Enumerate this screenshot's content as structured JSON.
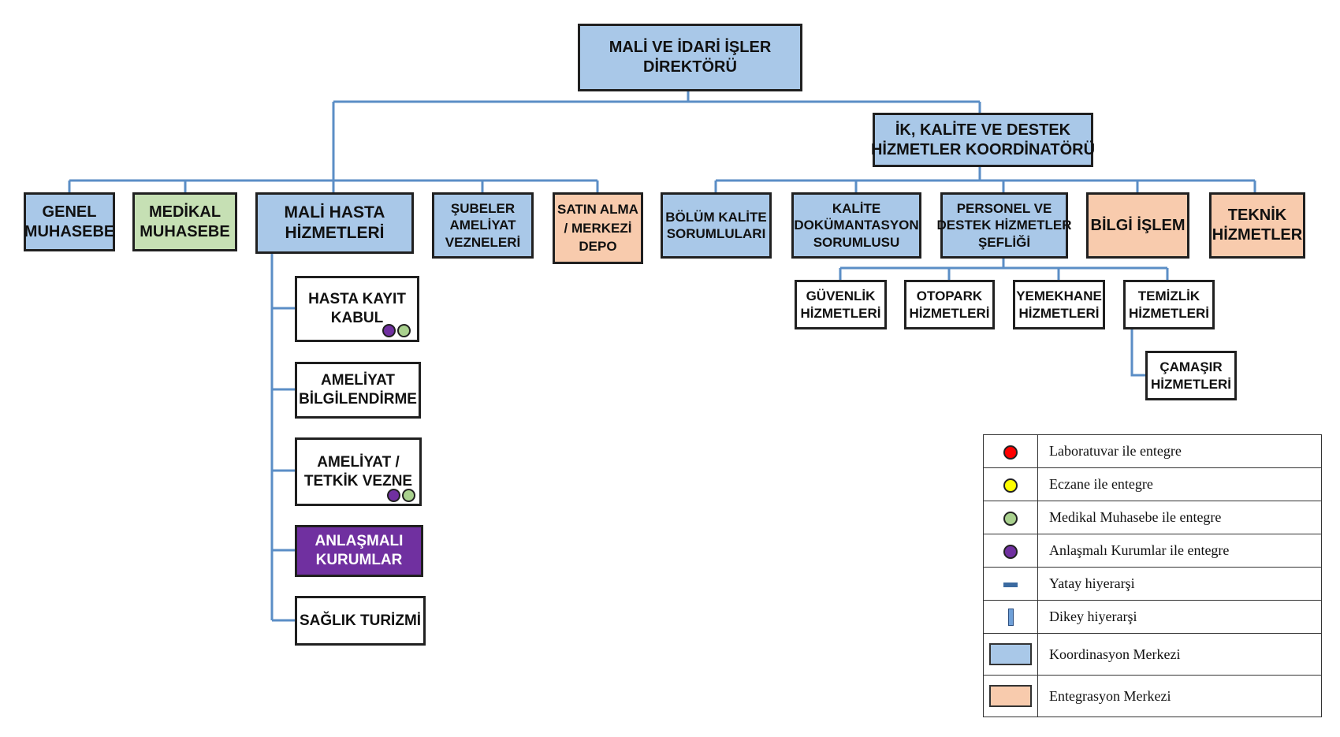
{
  "colors": {
    "blue": "#a9c8e8",
    "green": "#c6e0b4",
    "peach": "#f8cbad",
    "purple": "#7030a0",
    "red": "#ff0000",
    "yellow": "#ffff00",
    "green_dot": "#a9d18e",
    "purple_dot": "#7030a0",
    "connector": "#5b8ec6"
  },
  "nodes": {
    "director": {
      "l1": "MALİ VE İDARİ İŞLER",
      "l2": "DİREKTÖRÜ"
    },
    "coordinator": {
      "l1": "İK, KALİTE VE DESTEK",
      "l2": "HİZMETLER KOORDİNATÖRÜ"
    },
    "genel": {
      "l1": "GENEL",
      "l2": "MUHASEBE"
    },
    "medikal": {
      "l1": "MEDİKAL",
      "l2": "MUHASEBE"
    },
    "mali_hasta": {
      "l1": "MALİ HASTA",
      "l2": "HİZMETLERİ"
    },
    "subeler": {
      "l1": "ŞUBELER",
      "l2": "AMELİYAT",
      "l3": "VEZNELERİ"
    },
    "satin_alma": {
      "l1": "SATIN ALMA",
      "l2": "/ MERKEZİ",
      "l3": "DEPO"
    },
    "bolum_kalite": {
      "l1": "BÖLÜM KALİTE",
      "l2": "SORUMLULARI"
    },
    "kalite_dok": {
      "l1": "KALİTE",
      "l2": "DOKÜMANTASYON",
      "l3": "SORUMLUSU"
    },
    "personel": {
      "l1": "PERSONEL VE",
      "l2": "DESTEK HİZMETLER",
      "l3": "ŞEFLİĞİ"
    },
    "bilgi": {
      "l1": "BİLGİ İŞLEM"
    },
    "teknik": {
      "l1": "TEKNİK",
      "l2": "HİZMETLER"
    },
    "hasta_kayit": {
      "l1": "HASTA KAYIT",
      "l2": "KABUL"
    },
    "ameliyat_bilgi": {
      "l1": "AMELİYAT",
      "l2": "BİLGİLENDİRME"
    },
    "ameliyat_vezne": {
      "l1": "AMELİYAT /",
      "l2": "TETKİK VEZNE"
    },
    "anlasmali": {
      "l1": "ANLAŞMALI",
      "l2": "KURUMLAR"
    },
    "saglik": {
      "l1": "SAĞLIK TURİZMİ"
    },
    "guvenlik": {
      "l1": "GÜVENLİK",
      "l2": "HİZMETLERİ"
    },
    "otopark": {
      "l1": "OTOPARK",
      "l2": "HİZMETLERİ"
    },
    "yemekhane": {
      "l1": "YEMEKHANE",
      "l2": "HİZMETLERİ"
    },
    "temizlik": {
      "l1": "TEMİZLİK",
      "l2": "HİZMETLERİ"
    },
    "camasir": {
      "l1": "ÇAMAŞIR",
      "l2": "HİZMETLERİ"
    }
  },
  "legend": [
    {
      "symbol": "red-dot",
      "label": "Laboratuvar ile entegre"
    },
    {
      "symbol": "yellow-dot",
      "label": "Eczane ile entegre"
    },
    {
      "symbol": "green-dot",
      "label": "Medikal Muhasebe ile entegre"
    },
    {
      "symbol": "purple-dot",
      "label": "Anlaşmalı Kurumlar ile entegre"
    },
    {
      "symbol": "horizontal-bar",
      "label": "Yatay hiyerarşi"
    },
    {
      "symbol": "vertical-bar",
      "label": "Dikey hiyerarşi"
    },
    {
      "symbol": "blue-rect",
      "label": "Koordinasyon Merkezi"
    },
    {
      "symbol": "peach-rect",
      "label": "Entegrasyon Merkezi"
    }
  ]
}
